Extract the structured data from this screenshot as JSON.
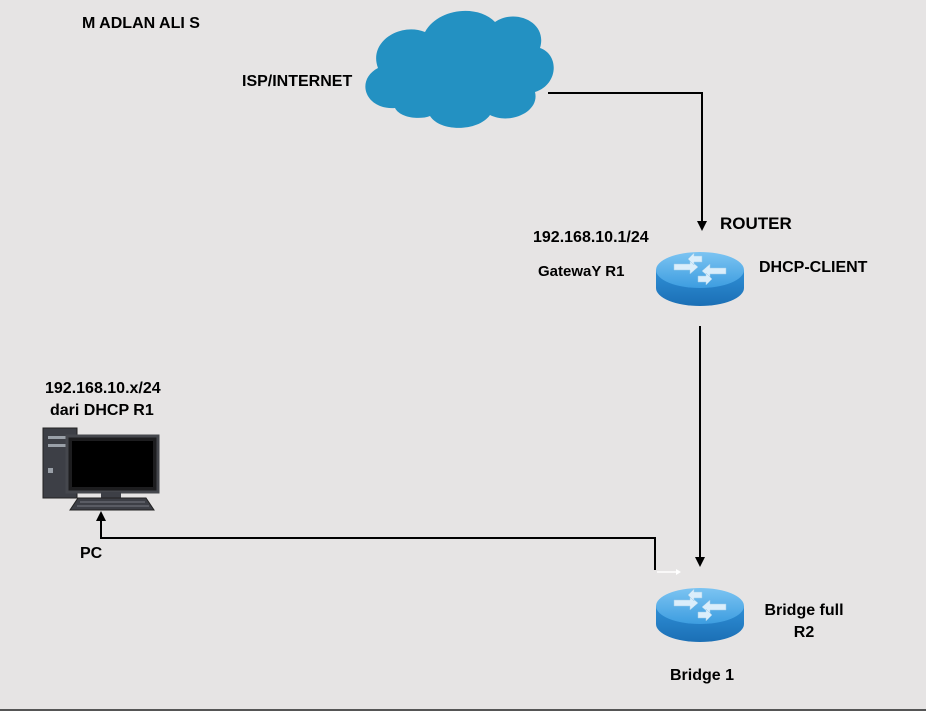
{
  "author": "M ADLAN ALI S",
  "isp": {
    "label": "ISP/INTERNET",
    "icon": "cloud-icon",
    "color": "#2391c2"
  },
  "router": {
    "title": "ROUTER",
    "ip": "192.168.10.1/24",
    "gateway": "GatewaY R1",
    "role": "DHCP-CLIENT",
    "icon": "router-icon"
  },
  "bridge": {
    "role_line1": "Bridge full",
    "role_line2": "R2",
    "name": "Bridge 1",
    "icon": "router-icon"
  },
  "pc": {
    "ip": "192.168.10.x/24",
    "dhcp": "dari DHCP R1",
    "label": "PC",
    "icon": "computer-icon"
  },
  "colors": {
    "background": "#e6e4e4",
    "device_blue": "#2a8fd4",
    "line": "#000000"
  }
}
